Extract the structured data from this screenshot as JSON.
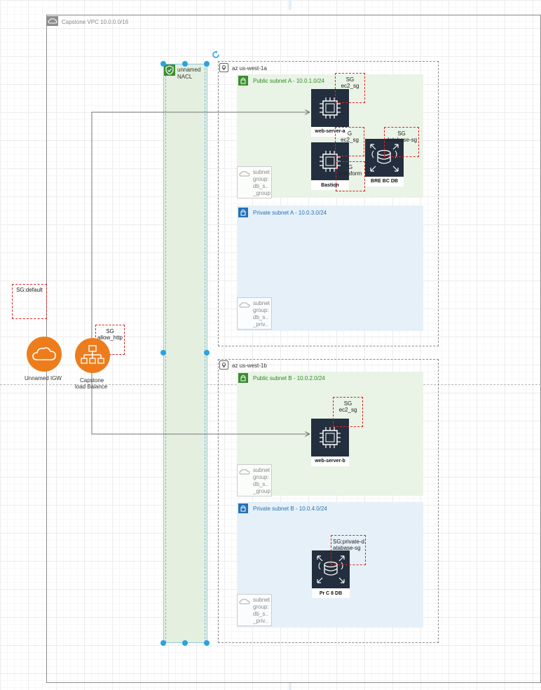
{
  "vpc": {
    "label": "Capstone VPC 10.0.0.0/16"
  },
  "nacl": {
    "label_line1": "unnamed",
    "label_line2": "NACL"
  },
  "az_a": {
    "label": "az us-west-1a"
  },
  "az_b": {
    "label": "az us-west-1b"
  },
  "public_a": {
    "label": "Public subnet A - 10.0.1.0/24"
  },
  "private_a": {
    "label": "Private subnet A - 10.0.3.0/24"
  },
  "public_b": {
    "label": "Public subnet B - 10.0.2.0/24"
  },
  "private_b": {
    "label": "Private subnet B - 10.0.4.0/24"
  },
  "instances": {
    "web_a": "web-server-a",
    "bastion": "Bastion",
    "web_b": "web-server-b",
    "db_a": "BRE BC DB",
    "db_b": "Pr C 8 DB"
  },
  "sg": {
    "web_a_l1": "SG",
    "web_a_l2": "ec2_sg",
    "bastion_l1": "G",
    "bastion_l2": "ec2_sg",
    "terraform_l1": "G",
    "terraform_l2": "terraform",
    "db_a_l1": "SG",
    "db_a_l2": "database-sg",
    "web_b_l1": "SG",
    "web_b_l2": "ec2_sg",
    "private_db": "SG:private-database-sg",
    "default": "SG:default",
    "allow_http_l1": "SG",
    "allow_http_l2": "allow_http"
  },
  "subnet_group": {
    "l1": "subnet",
    "l2": "group:",
    "l3": "db_s..",
    "l4_group": "_group",
    "l4_priv": "_priv.."
  },
  "igw": {
    "label": "Unnamed IGW"
  },
  "lb": {
    "label_line1": "Capstone",
    "label_line2": "load Balance"
  },
  "colors": {
    "orange": "#ed7d1c",
    "green": "#3b8e2e",
    "blue": "#2472b6",
    "sg_red": "#e02020",
    "chip": "#232f3e",
    "handle": "#29a3e0"
  }
}
